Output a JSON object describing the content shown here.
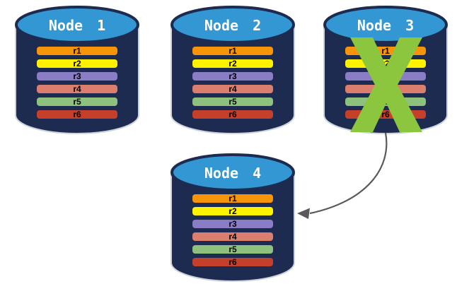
{
  "diagram": {
    "colors": {
      "cylinder_body": "#1C2B4F",
      "cylinder_top": "#3297D3",
      "cylinder_outline": "#CDD3DB",
      "arrow": "#595959",
      "failure_cross": "#8CC63F",
      "node_title_text": "#FFFFFF",
      "row_label_text": "#000000"
    },
    "nodes": [
      {
        "label": "Node 1",
        "failed": false,
        "rows": [
          {
            "label": "r1",
            "color": "#F7940A"
          },
          {
            "label": "r2",
            "color": "#FEF200"
          },
          {
            "label": "r3",
            "color": "#8A7CC5"
          },
          {
            "label": "r4",
            "color": "#DC7E6D"
          },
          {
            "label": "r5",
            "color": "#8FC17E"
          },
          {
            "label": "r6",
            "color": "#C5402B"
          }
        ]
      },
      {
        "label": "Node 2",
        "failed": false,
        "rows": [
          {
            "label": "r1",
            "color": "#F7940A"
          },
          {
            "label": "r2",
            "color": "#FEF200"
          },
          {
            "label": "r3",
            "color": "#8A7CC5"
          },
          {
            "label": "r4",
            "color": "#DC7E6D"
          },
          {
            "label": "r5",
            "color": "#8FC17E"
          },
          {
            "label": "r6",
            "color": "#C5402B"
          }
        ]
      },
      {
        "label": "Node 3",
        "failed": true,
        "rows": [
          {
            "label": "r1",
            "color": "#F7940A"
          },
          {
            "label": "r2",
            "color": "#FEF200"
          },
          {
            "label": "r3",
            "color": "#8A7CC5"
          },
          {
            "label": "r4",
            "color": "#DC7E6D"
          },
          {
            "label": "r5",
            "color": "#8FC17E"
          },
          {
            "label": "r6",
            "color": "#C5402B"
          }
        ]
      },
      {
        "label": "Node 4",
        "failed": false,
        "rows": [
          {
            "label": "r1",
            "color": "#F7940A"
          },
          {
            "label": "r2",
            "color": "#FEF200"
          },
          {
            "label": "r3",
            "color": "#8A7CC5"
          },
          {
            "label": "r4",
            "color": "#DC7E6D"
          },
          {
            "label": "r5",
            "color": "#8FC17E"
          },
          {
            "label": "r6",
            "color": "#C5402B"
          }
        ]
      }
    ],
    "arrow": {
      "from_node": "Node 3",
      "to_node": "Node 4"
    }
  }
}
